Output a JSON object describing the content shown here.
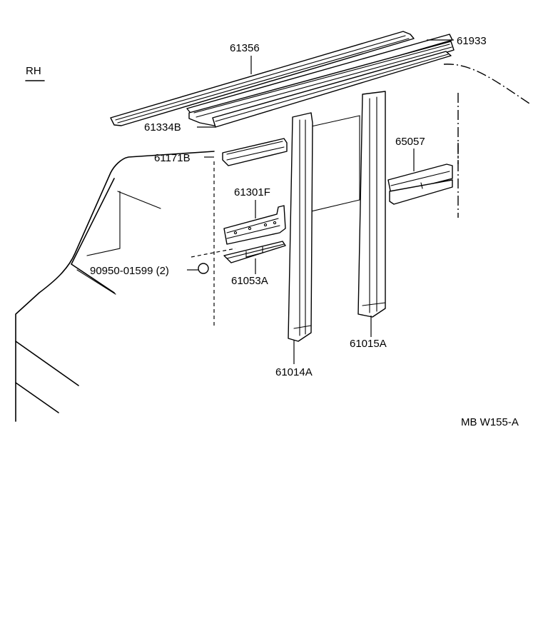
{
  "diagram": {
    "side_label": "RH",
    "figure_code": "MB W155-A",
    "parts": [
      {
        "id": "61356",
        "label": "61356"
      },
      {
        "id": "61933",
        "label": "61933"
      },
      {
        "id": "61334B",
        "label": "61334B"
      },
      {
        "id": "61171B",
        "label": "61171B"
      },
      {
        "id": "61301F",
        "label": "61301F"
      },
      {
        "id": "90950-01599",
        "label": "90950-01599 (2)"
      },
      {
        "id": "61053A",
        "label": "61053A"
      },
      {
        "id": "65057",
        "label": "65057"
      },
      {
        "id": "61014A",
        "label": "61014A"
      },
      {
        "id": "61015A",
        "label": "61015A"
      }
    ]
  }
}
